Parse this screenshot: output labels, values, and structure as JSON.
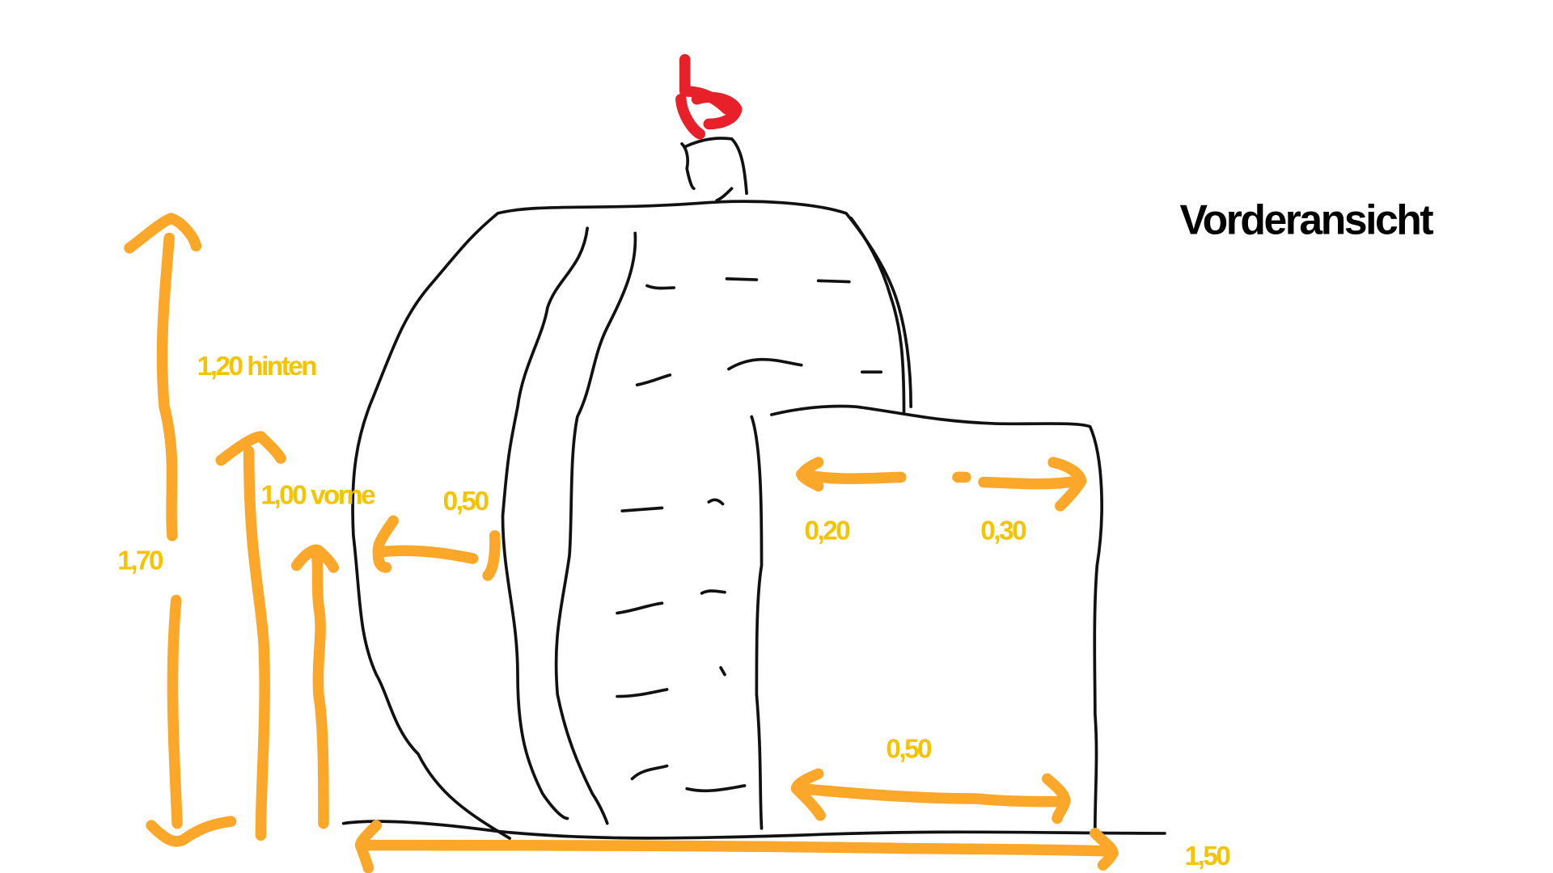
{
  "title": "Vorderansicht",
  "colors": {
    "dimension_arrows": "#FBA72A",
    "labels": "#F5C400",
    "outline": "#111111",
    "marker": "#E8202A"
  },
  "dimensions": {
    "total_height": "1,70",
    "back_height": "1,20 hinten",
    "front_height": "1,00 vorne",
    "left_depth": "0,50",
    "inner_left": "0,20",
    "inner_right": "0,30",
    "box_width": "0,50",
    "total_width": "1,50"
  }
}
